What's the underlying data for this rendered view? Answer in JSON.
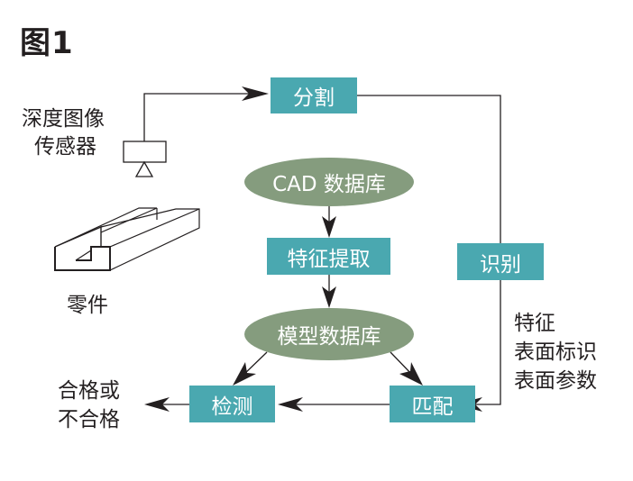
{
  "figure": {
    "title": "图1",
    "sensor_label_line1": "深度图像",
    "sensor_label_line2": "传感器",
    "part_label": "零件",
    "nodes": {
      "segmentation": "分割",
      "cad_database": "CAD 数据库",
      "feature_extraction": "特征提取",
      "model_database": "模型数据库",
      "recognition": "识别",
      "matching": "匹配",
      "inspection": "检测"
    },
    "recognition_outputs": [
      "特征",
      "表面标识",
      "表面参数"
    ],
    "result_line1": "合格或",
    "result_line2": "不合格",
    "colors": {
      "process_box": "#4aa8b0",
      "database_ellipse": "#859c7e",
      "line": "#231f20"
    }
  }
}
